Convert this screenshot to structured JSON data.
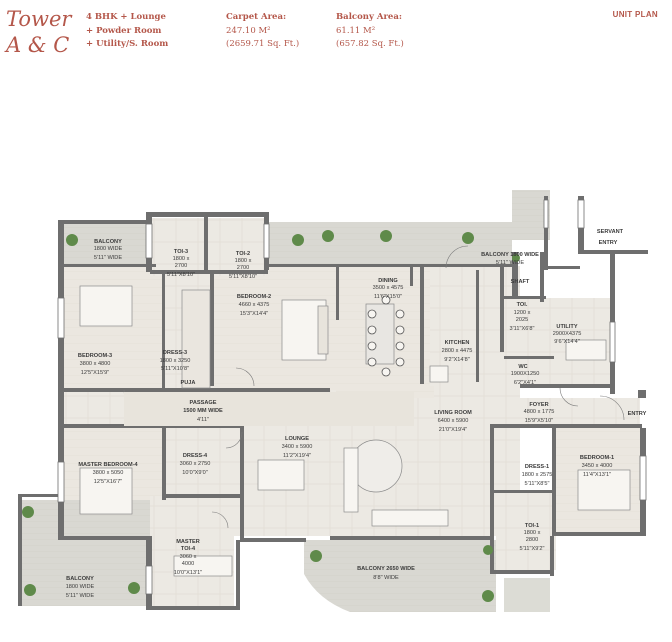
{
  "header": {
    "title_line1": "Tower",
    "title_line2": "A & C",
    "features": [
      "4 BHK + Lounge",
      "+ Powder Room",
      "+ Utility/S. Room"
    ],
    "carpet": {
      "label": "Carpet Area:",
      "value": "247.10 M²",
      "sqft": "(2659.71 Sq. Ft.)"
    },
    "balcony": {
      "label": "Balcony Area:",
      "value": "61.11 M²",
      "sqft": "(657.82 Sq. Ft.)"
    },
    "unit_plan": "UNIT PLAN"
  },
  "rooms": {
    "balcony_tl": {
      "name": "BALCONY",
      "d1": "1800 WIDE",
      "d2": "5'11\" WIDE"
    },
    "toi3": {
      "name": "TOI-3",
      "d1": "1800 x",
      "d2": "2700",
      "d3": "5'11\"X8'10\""
    },
    "toi2": {
      "name": "TOI-2",
      "d1": "1800 x",
      "d2": "2700",
      "d3": "5'11\"X8'10\""
    },
    "bedroom2": {
      "name": "BEDROOM-2",
      "d1": "4660 x 4375",
      "d2": "15'3\"X14'4\""
    },
    "dining": {
      "name": "DINING",
      "d1": "3500 x 4575",
      "d2": "11'6\"X15'0\""
    },
    "balcony_top": {
      "name": "BALCONY 1800 WIDE",
      "d1": "5'11\" WIDE"
    },
    "servant_entry": {
      "name": "SERVANT",
      "d1": "ENTRY"
    },
    "shaft": {
      "name": "SHAFT"
    },
    "toi_small": {
      "name": "TOI.",
      "d1": "1200 x",
      "d2": "2025",
      "d3": "3'11\"X6'8\""
    },
    "utility": {
      "name": "UTILITY",
      "d1": "2900X4375",
      "d2": "9'6\"X14'4\""
    },
    "bedroom3": {
      "name": "BEDROOM-3",
      "d1": "3800 x 4800",
      "d2": "12'5\"X15'9\""
    },
    "dress3": {
      "name": "DRESS-3",
      "d1": "1800 x 3250",
      "d2": "5'11\"X10'8\""
    },
    "kitchen": {
      "name": "KITCHEN",
      "d1": "2800 x 4475",
      "d2": "9'2\"X14'8\""
    },
    "wc": {
      "name": "WC",
      "d1": "1900X1250",
      "d2": "6'2\"X4'1\""
    },
    "puja": {
      "name": "PUJA"
    },
    "passage": {
      "name": "PASSAGE",
      "d1": "1500 MM WIDE",
      "d2": "4'11\""
    },
    "living": {
      "name": "LIVING ROOM",
      "d1": "6400 x 5900",
      "d2": "21'0\"X19'4\""
    },
    "foyer": {
      "name": "FOYER",
      "d1": "4800 x 1775",
      "d2": "15'9\"X5'10\""
    },
    "entry": {
      "name": "ENTRY"
    },
    "master4": {
      "name": "MASTER BEDROOM-4",
      "d1": "3800 x 5050",
      "d2": "12'5\"X16'7\""
    },
    "dress4": {
      "name": "DRESS-4",
      "d1": "3060 x 2750",
      "d2": "10'0\"X9'0\""
    },
    "lounge": {
      "name": "LOUNGE",
      "d1": "3400 x 5900",
      "d2": "11'2\"X19'4\""
    },
    "dress1": {
      "name": "DRESS-1",
      "d1": "1800 x 2575",
      "d2": "5'11\"X8'5\""
    },
    "bedroom1": {
      "name": "BEDROOM-1",
      "d1": "3450 x 4000",
      "d2": "11'4\"X13'1\""
    },
    "master_toi4": {
      "name": "MASTER",
      "d1": "TOI-4",
      "d2": "3060 x",
      "d3": "4000",
      "d4": "10'0\"X13'1\""
    },
    "toi1": {
      "name": "TOI-1",
      "d1": "1800 x",
      "d2": "2800",
      "d3": "5'11\"X9'2\""
    },
    "balcony_bottom": {
      "name": "BALCONY 2650 WIDE",
      "d1": "8'8\" WIDE"
    },
    "balcony_bl": {
      "name": "BALCONY",
      "d1": "1800 WIDE",
      "d2": "5'11\" WIDE"
    }
  },
  "colors": {
    "accent": "#b4574a",
    "wall": "#6e6e6e",
    "floor": "#ece9e3",
    "floor_tile": "#e3ded6",
    "balcony_floor": "#dcdcd5",
    "plant": "#5f8a4a"
  }
}
